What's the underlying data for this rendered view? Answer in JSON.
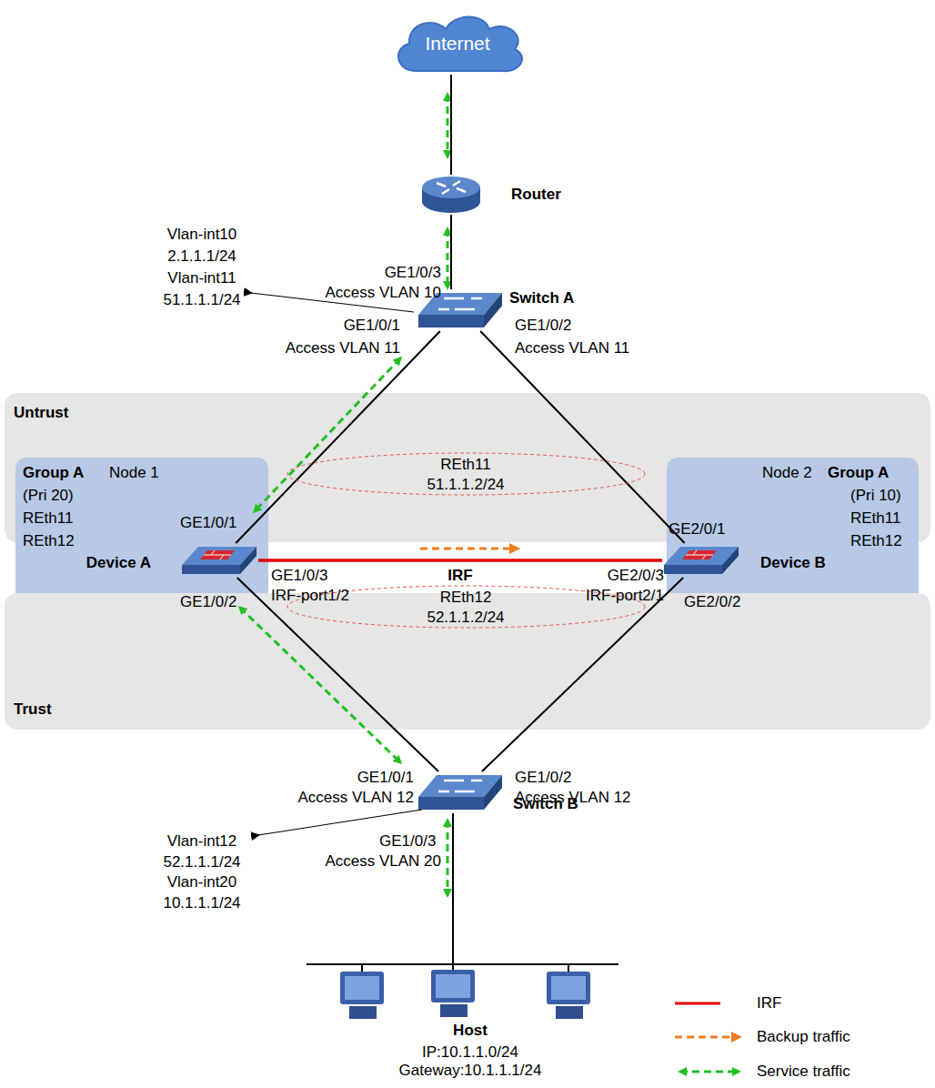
{
  "diagram": {
    "nodes": [
      {
        "text": [
          "Internet"
        ]
      },
      {
        "text": [
          "Router"
        ]
      },
      {
        "text": [
          "Switch A"
        ]
      },
      {
        "text": [
          "Untrust"
        ]
      },
      {
        "text": [
          "Group A",
          "Node 1",
          "(Pri 20)",
          "REth11",
          "REth12"
        ]
      },
      {
        "text": [
          "Node 2",
          "Group A",
          "(Pri 10)",
          "REth11",
          "REth12"
        ]
      },
      {
        "text": [
          "Device A"
        ],
        "in": 4
      },
      {
        "text": [
          "Device B"
        ],
        "in": 5
      },
      {
        "text": [
          "REth11",
          "51.1.1.2/24"
        ],
        "in": 3
      },
      {
        "text": [
          "Trust"
        ]
      },
      {
        "text": [
          "REth12",
          "52.1.1.2/24"
        ],
        "in": 9
      },
      {
        "text": [
          "Switch B"
        ]
      },
      {
        "text": [
          "Host",
          "IP:10.1.1.0/24",
          "Gateway:10.1.1.1/24"
        ]
      }
    ],
    "edges": [
      {
        "from": 0,
        "to": 1,
        "arrow": "none"
      },
      {
        "from": 1,
        "to": 2,
        "arrow": "none"
      },
      {
        "from": 2,
        "to": 6,
        "arrow": "none"
      },
      {
        "from": 2,
        "to": 7,
        "arrow": "none"
      },
      {
        "from": 6,
        "to": 7,
        "label": "IRF",
        "arrow": "none"
      },
      {
        "from": 6,
        "to": 11,
        "arrow": "none"
      },
      {
        "from": 7,
        "to": 11,
        "arrow": "none"
      },
      {
        "from": 11,
        "to": 12,
        "arrow": "none"
      }
    ],
    "labels": [
      "Vlan-int10",
      "2.1.1.1/24",
      "Vlan-int11",
      "51.1.1.1/24",
      "GE1/0/3",
      "Access  VLAN 10",
      "GE1/0/1",
      "Access  VLAN 11",
      "GE1/0/2",
      "Access VLAN 11",
      "GE1/0/1",
      "GE1/0/2",
      "GE1/0/3",
      "IRF-port1/2",
      "GE2/0/3",
      "IRF-port2/1",
      "GE2/0/1",
      "GE2/0/2",
      "GE1/0/1",
      "Access  VLAN 12",
      "GE1/0/2",
      "Access VLAN 12",
      "Vlan-int12",
      "52.1.1.1/24",
      "Vlan-int20",
      "10.1.1.1/24",
      "GE1/0/3",
      "Access  VLAN 20"
    ],
    "legend": [
      {
        "text": "IRF"
      },
      {
        "text": "Backup traffic"
      },
      {
        "text": "Service traffic"
      }
    ]
  }
}
